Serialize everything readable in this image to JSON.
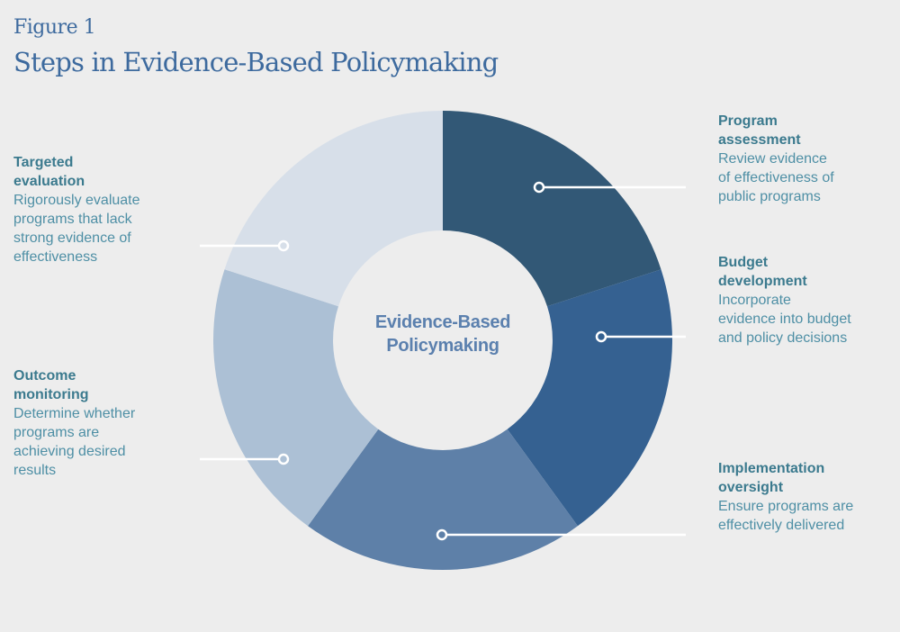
{
  "figure": {
    "label": "Figure 1",
    "title": "Steps in Evidence-Based Policymaking"
  },
  "center": {
    "line1": "Evidence-Based",
    "line2": "Policymaking"
  },
  "steps": [
    {
      "title1": "Program",
      "title2": "assessment",
      "desc": [
        "Review evidence",
        "of effectiveness of",
        "public programs"
      ],
      "color": "#325876"
    },
    {
      "title1": "Budget",
      "title2": "development",
      "desc": [
        "Incorporate",
        "evidence into budget",
        "and policy decisions"
      ],
      "color": "#356191"
    },
    {
      "title1": "Implementation",
      "title2": "oversight",
      "desc": [
        "Ensure programs are",
        "effectively delivered"
      ],
      "color": "#5e80a8"
    },
    {
      "title1": "Outcome",
      "title2": "monitoring",
      "desc": [
        "Determine whether",
        "programs are",
        "achieving desired",
        "results"
      ],
      "color": "#acc0d5"
    },
    {
      "title1": "Targeted",
      "title2": "evaluation",
      "desc": [
        "Rigorously evaluate",
        "programs that lack",
        "strong evidence of",
        "effectiveness"
      ],
      "color": "#d7dfe9"
    }
  ],
  "colors": {
    "background": "#ededed",
    "title": "#3d6a9e",
    "step_text": "#4a8ba0",
    "connector": "#ffffff"
  },
  "chart_data": {
    "type": "pie",
    "variant": "donut",
    "title": "Steps in Evidence-Based Policymaking",
    "center_label": "Evidence-Based Policymaking",
    "categories": [
      "Program assessment",
      "Budget development",
      "Implementation oversight",
      "Outcome monitoring",
      "Targeted evaluation"
    ],
    "values": [
      20,
      20,
      20,
      20,
      20
    ],
    "colors": [
      "#325876",
      "#356191",
      "#5e80a8",
      "#acc0d5",
      "#d7dfe9"
    ],
    "start_angle_deg": 0,
    "direction": "clockwise"
  }
}
